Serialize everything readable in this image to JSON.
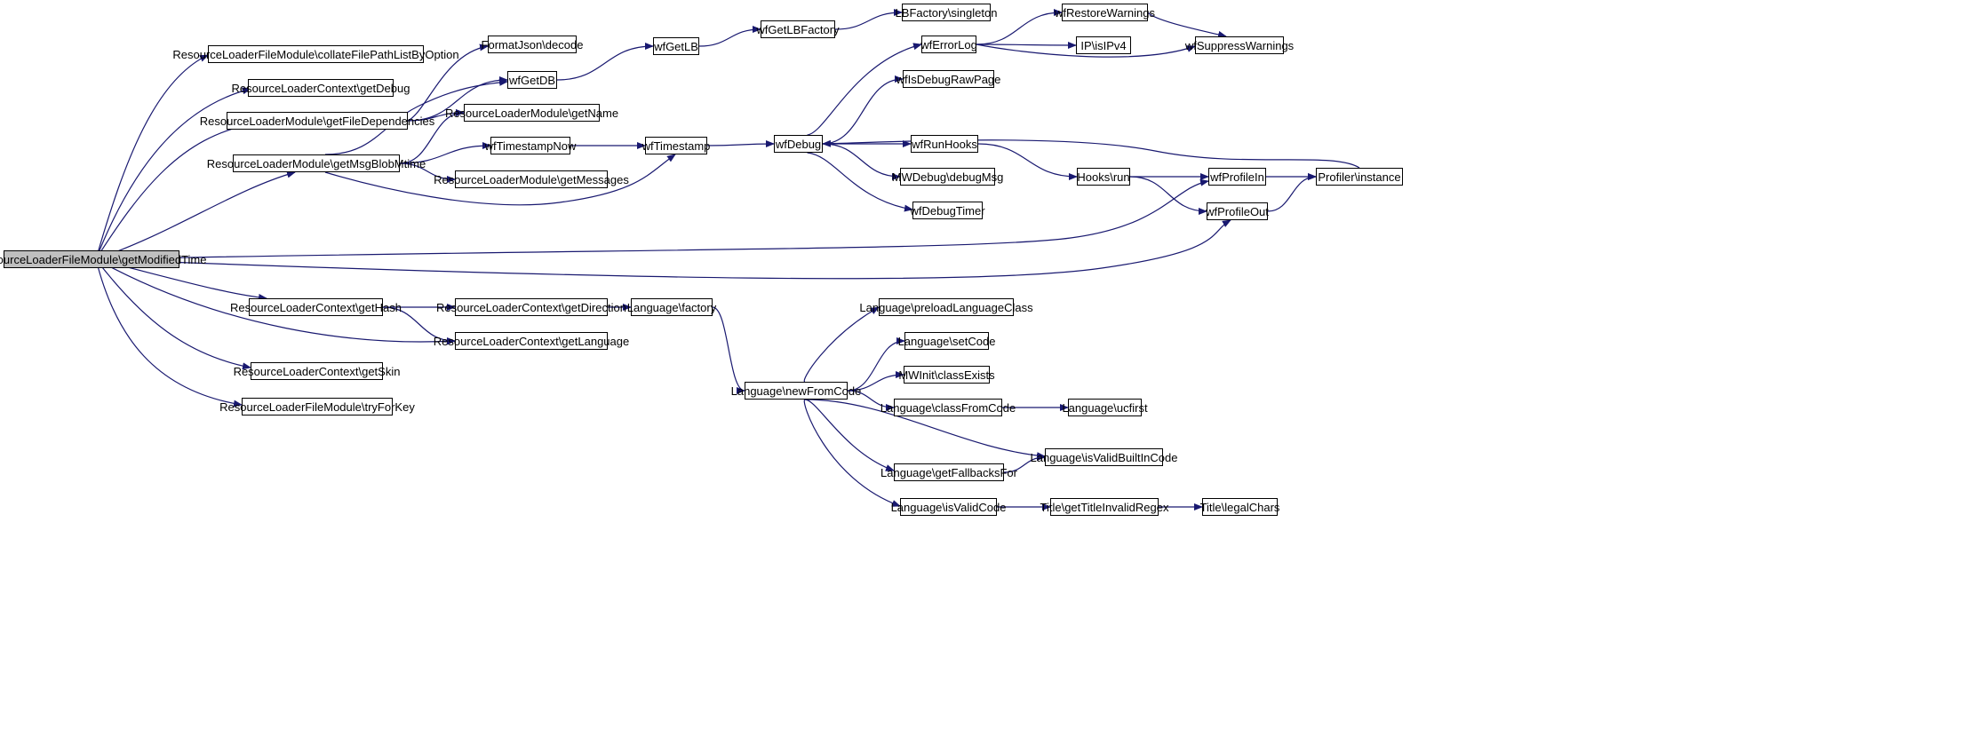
{
  "graph": {
    "root": "root",
    "nodes": [
      {
        "id": "root",
        "label": "ResourceLoaderFileModule\\getModifiedTime"
      },
      {
        "id": "collate",
        "label": "ResourceLoaderFileModule\\collateFilePathListByOption"
      },
      {
        "id": "getDebug",
        "label": "ResourceLoaderContext\\getDebug"
      },
      {
        "id": "getFileDeps",
        "label": "ResourceLoaderModule\\getFileDependencies"
      },
      {
        "id": "getMsgBlob",
        "label": "ResourceLoaderModule\\getMsgBlobMtime"
      },
      {
        "id": "getHash",
        "label": "ResourceLoaderContext\\getHash"
      },
      {
        "id": "getSkin",
        "label": "ResourceLoaderContext\\getSkin"
      },
      {
        "id": "tryForKey",
        "label": "ResourceLoaderFileModule\\tryForKey"
      },
      {
        "id": "fjDecode",
        "label": "FormatJson\\decode"
      },
      {
        "id": "wfGetDB",
        "label": "wfGetDB"
      },
      {
        "id": "getName",
        "label": "ResourceLoaderModule\\getName"
      },
      {
        "id": "tsNow",
        "label": "wfTimestampNow"
      },
      {
        "id": "getMessages",
        "label": "ResourceLoaderModule\\getMessages"
      },
      {
        "id": "getDirection",
        "label": "ResourceLoaderContext\\getDirection"
      },
      {
        "id": "getLanguage",
        "label": "ResourceLoaderContext\\getLanguage"
      },
      {
        "id": "wfGetLB",
        "label": "wfGetLB"
      },
      {
        "id": "wfTimestamp",
        "label": "wfTimestamp"
      },
      {
        "id": "langFactory",
        "label": "Language\\factory"
      },
      {
        "id": "wfGetLBF",
        "label": "wfGetLBFactory"
      },
      {
        "id": "lbfSingleton",
        "label": "LBFactory\\singleton"
      },
      {
        "id": "wfDebug",
        "label": "wfDebug"
      },
      {
        "id": "wfErrorLog",
        "label": "wfErrorLog"
      },
      {
        "id": "wfIsDebugRaw",
        "label": "wfIsDebugRawPage"
      },
      {
        "id": "wfRunHooks",
        "label": "wfRunHooks"
      },
      {
        "id": "mwDebugMsg",
        "label": "MWDebug\\debugMsg"
      },
      {
        "id": "wfDebugTimer",
        "label": "wfDebugTimer"
      },
      {
        "id": "wfRestoreW",
        "label": "wfRestoreWarnings"
      },
      {
        "id": "ipIsIPv4",
        "label": "IP\\isIPv4"
      },
      {
        "id": "wfSuppressW",
        "label": "wfSuppressWarnings"
      },
      {
        "id": "hooksRun",
        "label": "Hooks\\run"
      },
      {
        "id": "wfProfileIn",
        "label": "wfProfileIn"
      },
      {
        "id": "wfProfileOut",
        "label": "wfProfileOut"
      },
      {
        "id": "profInstance",
        "label": "Profiler\\instance"
      },
      {
        "id": "langNewFromCode",
        "label": "Language\\newFromCode"
      },
      {
        "id": "langPreload",
        "label": "Language\\preloadLanguageClass"
      },
      {
        "id": "langSetCode",
        "label": "Language\\setCode"
      },
      {
        "id": "mwInitClass",
        "label": "MWInit\\classExists"
      },
      {
        "id": "langClassFromCode",
        "label": "Language\\classFromCode"
      },
      {
        "id": "langUcfirst",
        "label": "Language\\ucfirst"
      },
      {
        "id": "langIsValidBuiltIn",
        "label": "Language\\isValidBuiltInCode"
      },
      {
        "id": "langGetFallbacks",
        "label": "Language\\getFallbacksFor"
      },
      {
        "id": "langIsValid",
        "label": "Language\\isValidCode"
      },
      {
        "id": "titleInvalidRegex",
        "label": "Title\\getTitleInvalidRegex"
      },
      {
        "id": "titleLegalChars",
        "label": "Title\\legalChars"
      }
    ],
    "edges": [
      [
        "root",
        "collate"
      ],
      [
        "root",
        "getDebug"
      ],
      [
        "root",
        "getFileDeps"
      ],
      [
        "root",
        "getMsgBlob"
      ],
      [
        "root",
        "wfProfileIn"
      ],
      [
        "root",
        "wfProfileOut"
      ],
      [
        "root",
        "getHash"
      ],
      [
        "root",
        "getLanguage"
      ],
      [
        "root",
        "getSkin"
      ],
      [
        "root",
        "tryForKey"
      ],
      [
        "getFileDeps",
        "fjDecode"
      ],
      [
        "getFileDeps",
        "wfGetDB"
      ],
      [
        "getFileDeps",
        "getName"
      ],
      [
        "getMsgBlob",
        "wfGetDB"
      ],
      [
        "getMsgBlob",
        "getName"
      ],
      [
        "getMsgBlob",
        "tsNow"
      ],
      [
        "getMsgBlob",
        "getMessages"
      ],
      [
        "getMsgBlob",
        "wfTimestamp"
      ],
      [
        "wfGetDB",
        "wfGetLB"
      ],
      [
        "wfGetLB",
        "wfGetLBF"
      ],
      [
        "wfGetLBF",
        "lbfSingleton"
      ],
      [
        "tsNow",
        "wfTimestamp"
      ],
      [
        "wfTimestamp",
        "wfDebug"
      ],
      [
        "wfDebug",
        "wfErrorLog"
      ],
      [
        "wfDebug",
        "wfIsDebugRaw"
      ],
      [
        "wfDebug",
        "wfRunHooks"
      ],
      [
        "wfDebug",
        "mwDebugMsg"
      ],
      [
        "wfDebug",
        "wfDebugTimer"
      ],
      [
        "wfErrorLog",
        "wfRestoreW"
      ],
      [
        "wfErrorLog",
        "ipIsIPv4"
      ],
      [
        "wfErrorLog",
        "wfSuppressW"
      ],
      [
        "wfRestoreW",
        "wfSuppressW"
      ],
      [
        "wfRunHooks",
        "hooksRun"
      ],
      [
        "hooksRun",
        "wfProfileIn"
      ],
      [
        "hooksRun",
        "wfProfileOut"
      ],
      [
        "wfProfileIn",
        "profInstance"
      ],
      [
        "wfProfileOut",
        "profInstance"
      ],
      [
        "profInstance",
        "wfDebug"
      ],
      [
        "getHash",
        "getDirection"
      ],
      [
        "getHash",
        "getLanguage"
      ],
      [
        "getDirection",
        "langFactory"
      ],
      [
        "langFactory",
        "langNewFromCode"
      ],
      [
        "langNewFromCode",
        "langPreload"
      ],
      [
        "langNewFromCode",
        "langSetCode"
      ],
      [
        "langNewFromCode",
        "mwInitClass"
      ],
      [
        "langNewFromCode",
        "langClassFromCode"
      ],
      [
        "langNewFromCode",
        "langIsValidBuiltIn"
      ],
      [
        "langNewFromCode",
        "langGetFallbacks"
      ],
      [
        "langNewFromCode",
        "langIsValid"
      ],
      [
        "langClassFromCode",
        "langUcfirst"
      ],
      [
        "langGetFallbacks",
        "langIsValidBuiltIn"
      ],
      [
        "langIsValid",
        "titleInvalidRegex"
      ],
      [
        "titleInvalidRegex",
        "titleLegalChars"
      ]
    ],
    "colors": {
      "edge": "#191970",
      "node_border": "#000000",
      "root_fill": "#bfbfbf",
      "node_fill": "#ffffff"
    }
  }
}
